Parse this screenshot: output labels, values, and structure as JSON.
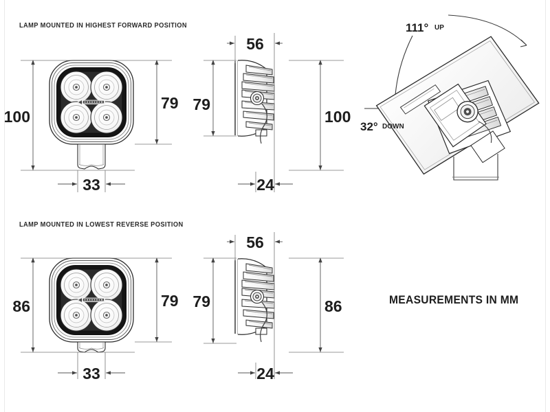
{
  "sheet": {
    "units_note": "MEASUREMENTS IN MM",
    "panels": {
      "top": {
        "title": "LAMP MOUNTED IN HIGHEST FORWARD POSITION"
      },
      "bottom": {
        "title": "LAMP MOUNTED IN LOWEST REVERSE POSITION"
      }
    }
  },
  "views": {
    "top_front": {
      "name": "front-view-highest-forward",
      "dims": {
        "overall_height_left": "100",
        "lamp_height_right": "79",
        "bracket_width": "33"
      }
    },
    "top_side": {
      "name": "side-view-highest-forward",
      "dims": {
        "depth_top": "56",
        "lamp_height_left": "79",
        "overall_height_right": "100",
        "bracket_width_bottom": "24"
      }
    },
    "bottom_front": {
      "name": "front-view-lowest-reverse",
      "dims": {
        "overall_height_left": "86",
        "lamp_height_right": "79",
        "bracket_width": "33"
      }
    },
    "bottom_side": {
      "name": "side-view-lowest-reverse",
      "dims": {
        "depth_top": "56",
        "lamp_height_left": "79",
        "overall_height_right": "86",
        "bracket_width_bottom": "24"
      }
    },
    "isometric": {
      "name": "isometric-adjustment-range",
      "angles": {
        "up_value": "111°",
        "up_label": "UP",
        "down_value": "32°",
        "down_label": "DOWN"
      }
    }
  },
  "colors": {
    "line": "#1d1d1d",
    "dim_line": "#555555",
    "bezel_dark": "#141414",
    "paper": "#ffffff",
    "border": "#e9e9e9"
  }
}
